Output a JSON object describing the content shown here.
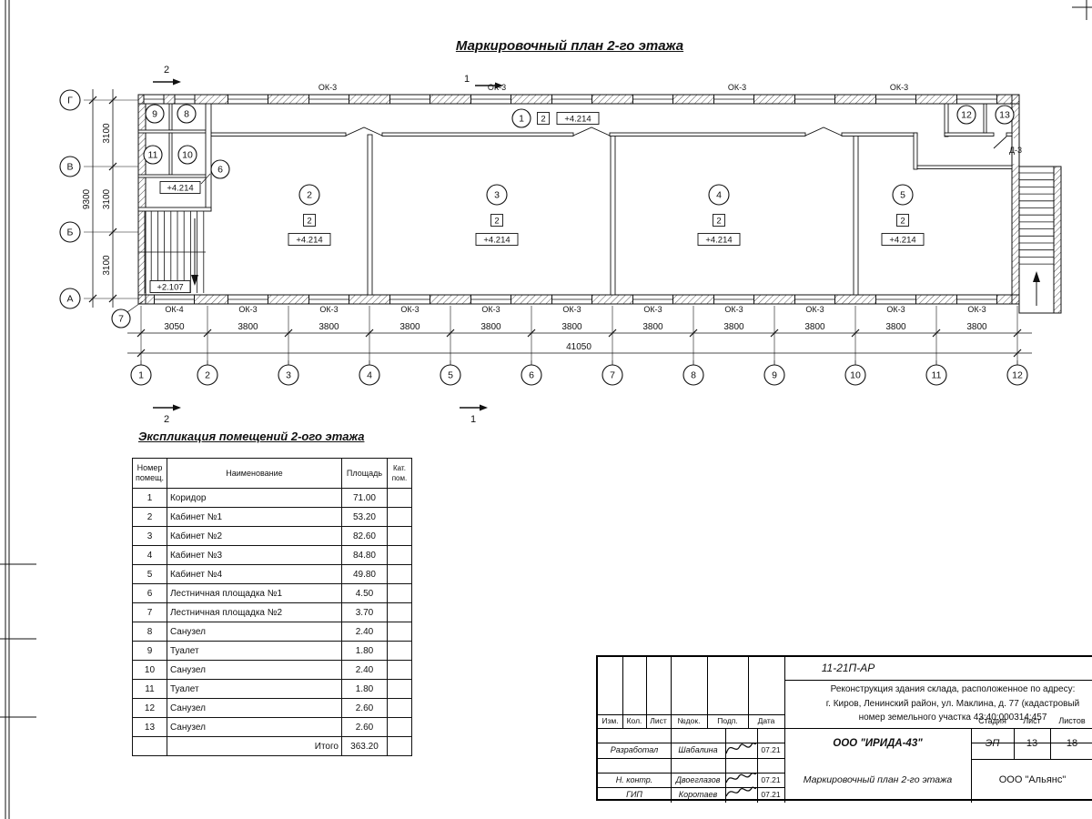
{
  "sheet": {
    "plan_title": "Маркировочный план 2-го этажа"
  },
  "plan": {
    "axis_cols": [
      "1",
      "2",
      "3",
      "4",
      "5",
      "6",
      "7",
      "8",
      "9",
      "10",
      "11",
      "12"
    ],
    "axis_rows": [
      "Г",
      "В",
      "Б",
      "А"
    ],
    "rooms": [
      {
        "num": "2",
        "cat": "2",
        "level": "+4.214"
      },
      {
        "num": "3",
        "cat": "2",
        "level": "+4.214"
      },
      {
        "num": "4",
        "cat": "2",
        "level": "+4.214"
      },
      {
        "num": "5",
        "cat": "2",
        "level": "+4.214"
      }
    ],
    "corridor_mark": {
      "num": "1",
      "cat": "2",
      "level": "+4.214"
    },
    "small_room_marks": [
      "9",
      "8",
      "11",
      "10",
      "6",
      "7",
      "12",
      "13"
    ],
    "level_marks": {
      "landing": "+4.214",
      "stair": "+2.107"
    },
    "door_label": "Д-3",
    "windows": {
      "top": [
        "ОК-3",
        "ОК-3",
        "ОК-3",
        "ОК-3"
      ],
      "bottom_first": "ОК-4",
      "bottom": [
        "ОК-3",
        "ОК-3",
        "ОК-3",
        "ОК-3",
        "ОК-3",
        "ОК-3",
        "ОК-3",
        "ОК-3",
        "ОК-3",
        "ОК-3"
      ]
    },
    "dims": {
      "bottom_bays": [
        "3050",
        "3800",
        "3800",
        "3800",
        "3800",
        "3800",
        "3800",
        "3800",
        "3800",
        "3800",
        "3800"
      ],
      "bottom_total": "41050",
      "left_bays": [
        "3100",
        "3100",
        "3100"
      ],
      "left_total": "9300"
    },
    "section_marks": [
      "2",
      "1",
      "2",
      "1"
    ]
  },
  "explication": {
    "title": "Экспликация помещений 2-ого этажа",
    "headers": {
      "num": "Номер помещ.",
      "name": "Наименование",
      "area": "Площадь",
      "cat": "Кат. пом."
    },
    "rows": [
      {
        "num": "1",
        "name": "Коридор",
        "area": "71.00"
      },
      {
        "num": "2",
        "name": "Кабинет №1",
        "area": "53.20"
      },
      {
        "num": "3",
        "name": "Кабинет №2",
        "area": "82.60"
      },
      {
        "num": "4",
        "name": "Кабинет №3",
        "area": "84.80"
      },
      {
        "num": "5",
        "name": "Кабинет №4",
        "area": "49.80"
      },
      {
        "num": "6",
        "name": "Лестничная площадка №1",
        "area": "4.50"
      },
      {
        "num": "7",
        "name": "Лестничная площадка №2",
        "area": "3.70"
      },
      {
        "num": "8",
        "name": "Санузел",
        "area": "2.40"
      },
      {
        "num": "9",
        "name": "Туалет",
        "area": "1.80"
      },
      {
        "num": "10",
        "name": "Санузел",
        "area": "2.40"
      },
      {
        "num": "11",
        "name": "Туалет",
        "area": "1.80"
      },
      {
        "num": "12",
        "name": "Санузел",
        "area": "2.60"
      },
      {
        "num": "13",
        "name": "Санузел",
        "area": "2.60"
      }
    ],
    "total_label": "Итого",
    "total_area": "363.20"
  },
  "titleblock": {
    "doc_number": "11-21П-АР",
    "project_lines": [
      "Реконструкция здания склада, расположенное по адресу:",
      "г. Киров, Ленинский район, ул. Маклина, д. 77 (кадастровый",
      "номер земельного участка 43:40:000314:457"
    ],
    "rev_headers": [
      "Изм.",
      "Кол.",
      "Лист",
      "№док.",
      "Подп.",
      "Дата"
    ],
    "rows": [
      {
        "role": "Разработал",
        "name": "Шабалина",
        "date": "07.21"
      },
      {
        "role": "Н. контр.",
        "name": "Двоеглазов",
        "date": "07.21"
      },
      {
        "role": "ГИП",
        "name": "Коротаев",
        "date": "07.21"
      }
    ],
    "company": "ООО \"ИРИДА-43\"",
    "stage_label": "Стадия",
    "sheet_label": "Лист",
    "sheets_label": "Листов",
    "stage": "ЭП",
    "sheet": "13",
    "sheets": "18",
    "drawing_title": "Маркировочный план 2-го этажа",
    "contractor": "ООО \"Альянс\""
  }
}
